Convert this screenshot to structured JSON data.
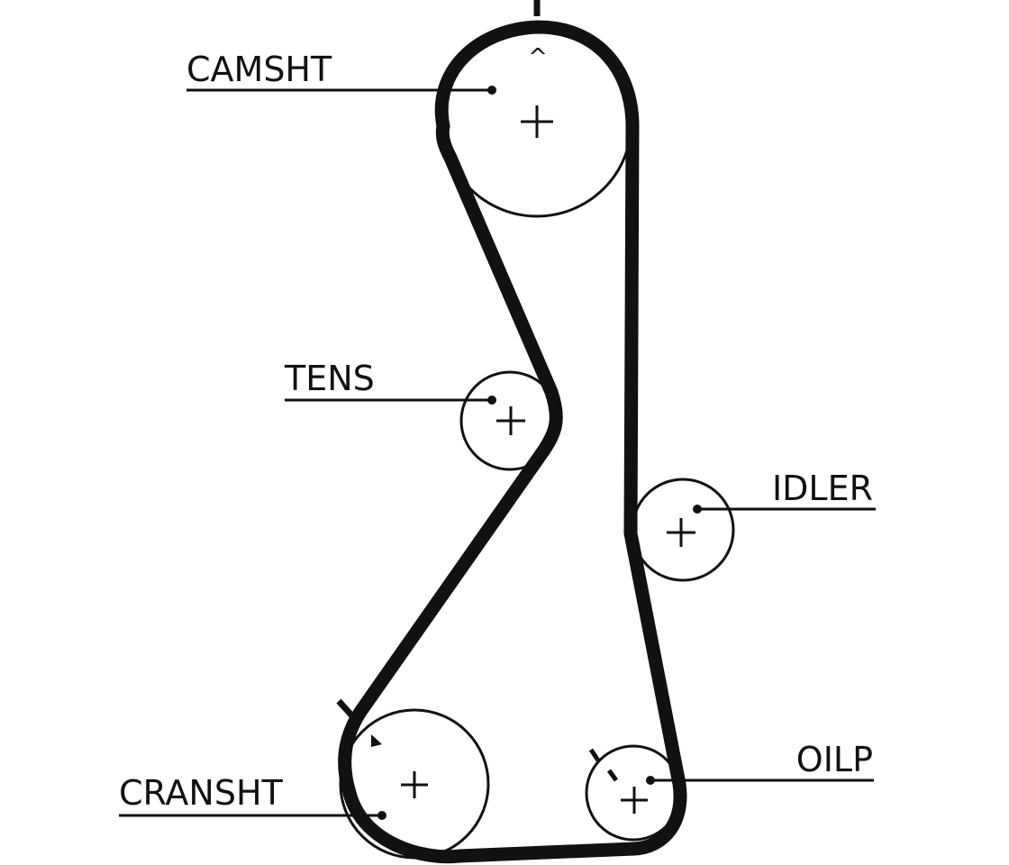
{
  "diagram": {
    "labels": {
      "camshaft": "CAMSHT",
      "tensioner": "TENS",
      "idler": "IDLER",
      "crankshaft": "CRANSHT",
      "oil_pump": "OILP"
    },
    "camshaft_mark": "^",
    "colors": {
      "ink": "#111111",
      "background": "#ffffff"
    }
  }
}
